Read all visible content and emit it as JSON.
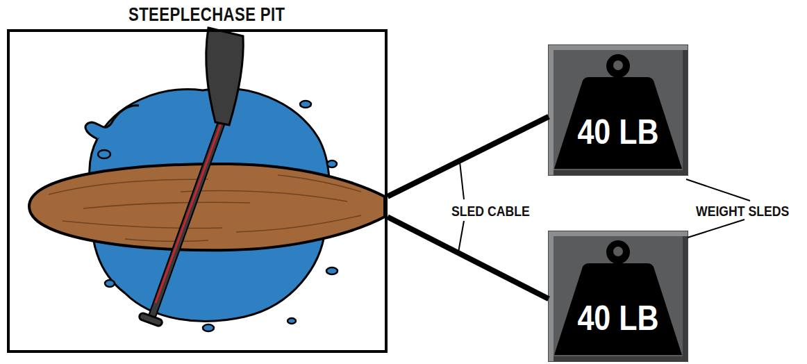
{
  "diagram": {
    "nodes": [
      {
        "text": [
          "STEEPLECHASE PIT"
        ]
      },
      {
        "text": [
          "40 LB"
        ]
      },
      {
        "text": [
          "40 LB"
        ]
      }
    ],
    "edges": [
      {
        "from": 0,
        "to": 1,
        "arrow": "none"
      },
      {
        "from": 0,
        "to": 2,
        "arrow": "none"
      }
    ],
    "labels": [
      "SLED CABLE",
      "WEIGHT SLEDS"
    ]
  }
}
